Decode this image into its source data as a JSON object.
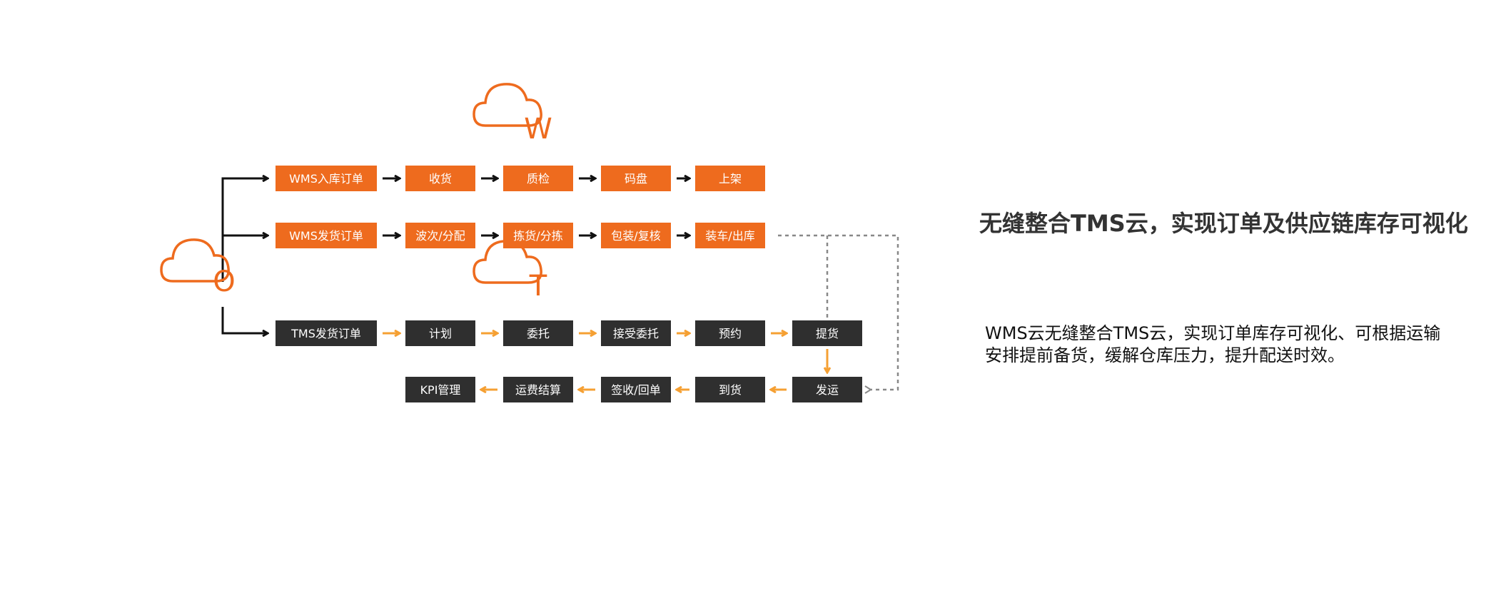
{
  "colors": {
    "wms_accent": "#ee6b1e",
    "tms_dark": "#2f2f2f",
    "tms_arrow": "#f5a033",
    "wms_arrow": "#111111",
    "dashed_line": "#888888"
  },
  "clouds": {
    "origin": {
      "icon": "cloud-icon",
      "letter": "O"
    },
    "wms": {
      "icon": "cloud-icon",
      "letter": "W"
    },
    "tms": {
      "icon": "cloud-icon",
      "letter": "T"
    }
  },
  "wms_inbound_flow": [
    "WMS入库订单",
    "收货",
    "质检",
    "码盘",
    "上架"
  ],
  "wms_outbound_flow": [
    "WMS发货订单",
    "波次/分配",
    "拣货/分拣",
    "包装/复核",
    "装车/出库"
  ],
  "tms_dispatch_flow": [
    "TMS发货订单",
    "计划",
    "委托",
    "接受委托",
    "预约",
    "提货"
  ],
  "tms_return_flow": [
    "发运",
    "到货",
    "签收/回单",
    "运费结算",
    "KPI管理"
  ],
  "headline": "无缝整合TMS云，实现订单及供应链库存可视化",
  "description": {
    "line1": "WMS云无缝整合TMS云，实现订单库存可视化、可根据运输",
    "line2": "安排提前备货，缓解仓库压力，提升配送时效。"
  }
}
